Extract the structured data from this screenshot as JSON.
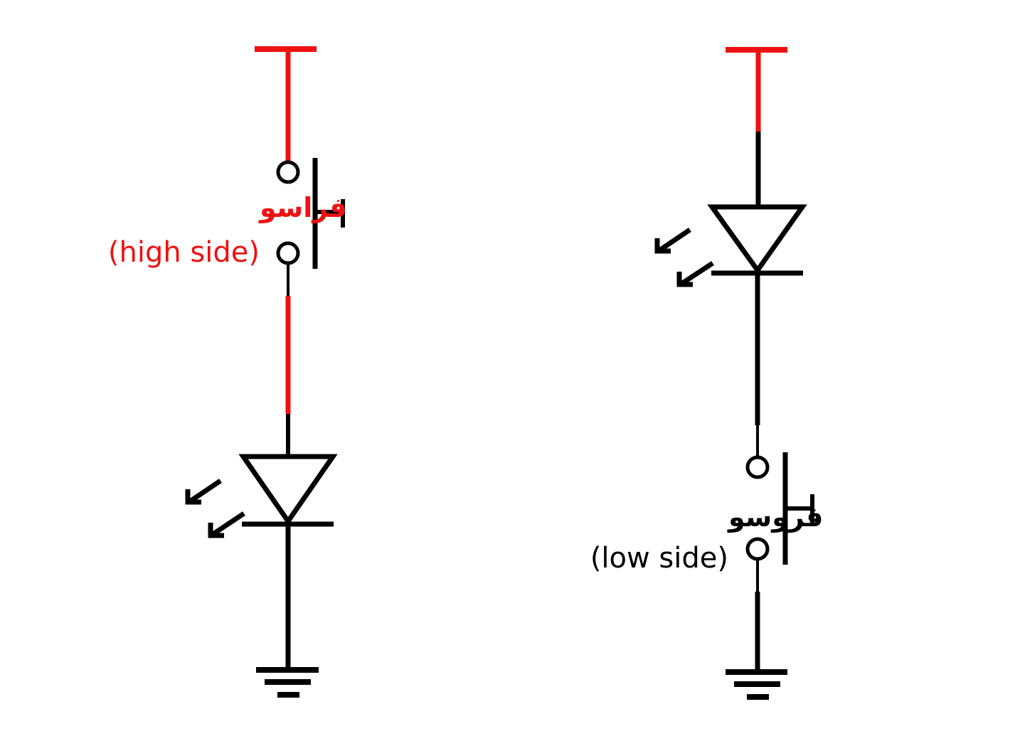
{
  "colors": {
    "supply": "#ee1111",
    "wire": "#000000"
  },
  "high_side": {
    "label_fa": "فراسو",
    "label_en": "(high side)",
    "color": "#ee1111"
  },
  "low_side": {
    "label_fa": "فروسو",
    "label_en": "(low side)",
    "color": "#000000"
  },
  "icons": [
    "supply-rail-icon",
    "push-button-switch-icon",
    "led-icon",
    "ground-icon"
  ]
}
